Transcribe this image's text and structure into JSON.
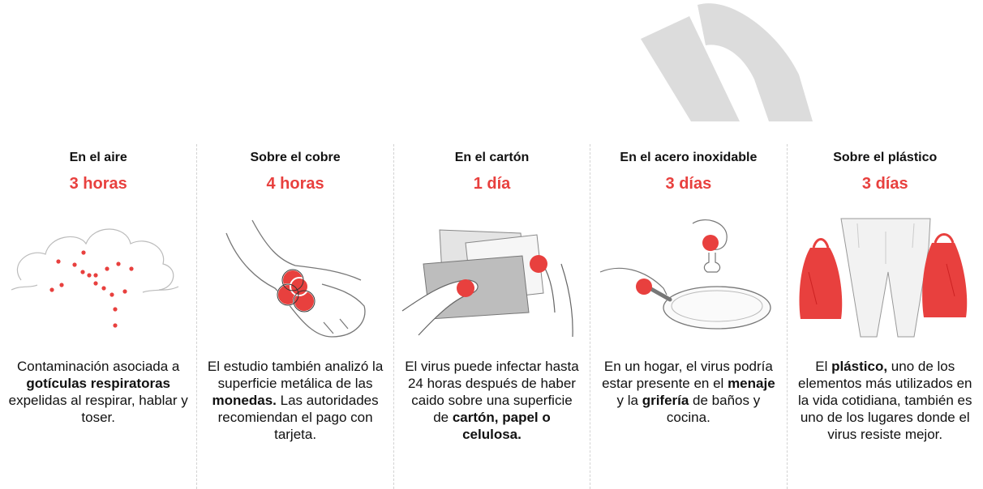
{
  "colors": {
    "accent": "#e8403e",
    "text": "#111111",
    "watermark": "#dcdcdc",
    "divider": "#d2d2d2"
  },
  "panels": [
    {
      "title": "En el aire",
      "duration": "3 horas",
      "icon": "cloud-droplets-icon",
      "text": {
        "pre": "Contaminación asociada a ",
        "bold": "gotículas respiratoras",
        "post": " expelidas al respirar, hablar y toser."
      }
    },
    {
      "title": "Sobre el cobre",
      "duration": "4 horas",
      "icon": "hand-coins-icon",
      "text": {
        "pre": "El estudio también analizó la superficie metálica de las ",
        "bold": "monedas.",
        "post": " Las autoridades recomiendan el pago con tarjeta."
      }
    },
    {
      "title": "En el cartón",
      "duration": "1 día",
      "icon": "hands-cardboard-icon",
      "text": {
        "pre": "El virus puede infectar hasta 24 horas después de haber caido sobre una superficie de ",
        "bold": "cartón, papel o celulosa.",
        "post": ""
      }
    },
    {
      "title": "En el acero inoxidable",
      "duration": "3 días",
      "icon": "frying-pan-faucet-icon",
      "text": {
        "pre": "En un hogar, el virus podría estar presente en el ",
        "bold": "menaje",
        "mid": " y la ",
        "bold2": "grifería",
        "post": " de baños y cocina."
      }
    },
    {
      "title": "Sobre el plástico",
      "duration": "3 días",
      "icon": "plastic-bags-icon",
      "text": {
        "pre": "El ",
        "bold": "plástico,",
        "post": " uno de los elementos más utilizados en la vida cotidiana, también es uno de los lugares donde el virus resiste mejor."
      }
    }
  ]
}
